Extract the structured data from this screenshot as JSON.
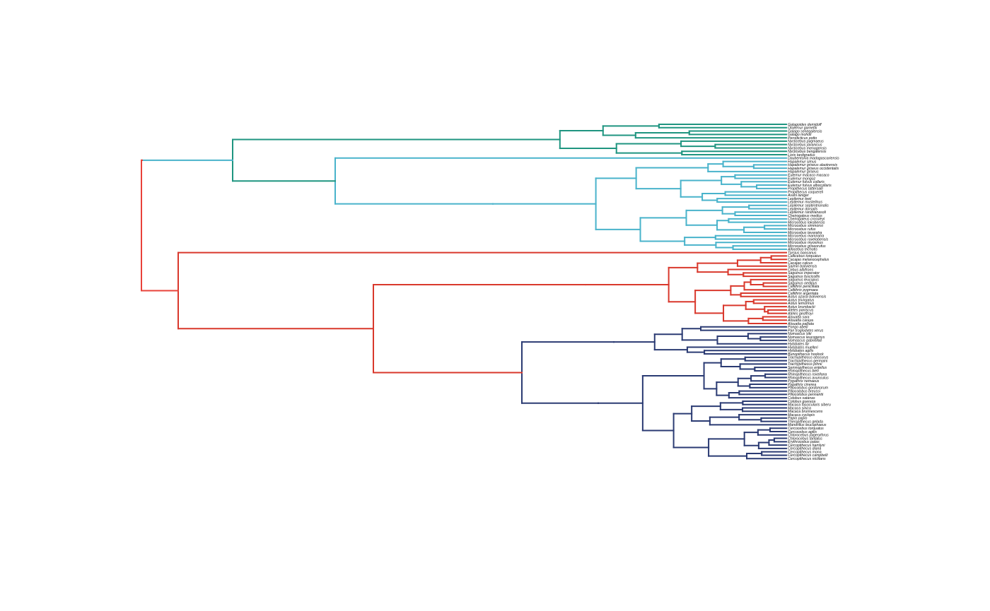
{
  "colors": {
    "root": "#e8423a",
    "strepsirrhini": "#49b3cb",
    "galagoidea": "#1f9580",
    "platyrrhini_tarsiers": "#d9382c",
    "catarrhini": "#2b3b73"
  },
  "clades": [
    {
      "color": "#1f9580",
      "taxa": [
        "Galagoides demidoff",
        "Otolemur garnettii",
        "Galago senegalensis",
        "Galago moholi",
        "Perodicticus potto",
        "Nycticebus pygmaeus",
        "Nycticebus javanicus",
        "Nycticebus menagensis",
        "Nycticebus bengalensis",
        "Loris tardigradus"
      ]
    },
    {
      "color": "#49b3cb",
      "taxa": [
        "Daubentonia madagascariensis",
        "Hapalemur simus",
        "Hapalemur griseus alaotrensis",
        "Hapalemur griseus occidentalis",
        "Hapalemur griseus",
        "Eulemur macaco macaco",
        "Eulemur mongoz",
        "Eulemur fulvus collaris",
        "Eulemur fulvus albocollaris",
        "Propithecus tattersalli",
        "Propithecus coquereli",
        "Avahi laniger",
        "Lepilemur leeii",
        "Lepilemur mustelinus",
        "Lepilemur septentrionalis",
        "Lepilemur dorsalis",
        "Lepilemur randrianasoli",
        "Cheirogaleus medius",
        "Cheirogaleus crossleyi",
        "Microcebus lokobensis",
        "Microcebus simmonsi",
        "Microcebus rufus",
        "Microcebus tavaratra",
        "Microcebus mamiratra",
        "Microcebus ravelobensis",
        "Microcebus myoxinus",
        "Microcebus griseorufus",
        "Allocebus trichotis"
      ]
    },
    {
      "color": "#d9382c",
      "taxa": [
        "Tarsius bancanus",
        "Callicebus torquatus",
        "Cacajao melanocephalus",
        "Cacajao calvus",
        "Saimiri boliviensis",
        "Cebus albifrons",
        "Saguinus imperator",
        "Saguinus fuscicollis",
        "Saguinus leucopus",
        "Saguinus oedipus",
        "Callithrix penicillata",
        "Callithrix pygmaea",
        "Callithrix argentata",
        "Aotus azarai boliviensis",
        "Aotus trivirgatus",
        "Aotus lemurinus",
        "Aotus brumbacki",
        "Ateles paniscus",
        "Ateles geoffroyi",
        "Alouatta sara",
        "Alouatta caraya",
        "Alouatta palliata"
      ]
    },
    {
      "color": "#2b3b73",
      "taxa": [
        "Pongo abelii",
        "Pan troglodytes verus",
        "Nomascus siki",
        "Nomascus leucogenys",
        "Nomascus gabriellae",
        "Hylobates lar",
        "Hylobates muelleri",
        "Hylobates agilis",
        "Bunopithecus hoolock",
        "Trachypithecus obscurus",
        "Trachypithecus germaini",
        "Trachypithecus johnii",
        "Semnopithecus entellus",
        "Rhinopithecus bieti",
        "Rhinopithecus roxellana",
        "Rhinopithecus avunculus",
        "Pygathrix nemaeus",
        "Pygathrix cinerea",
        "Piliocolobus gordonorum",
        "Piliocolobus breussi",
        "Piliocolobus pennantii",
        "Colobus satanas",
        "Colobus guereza",
        "Macaca fascicularis siberu",
        "Macaca sinica",
        "Macaca brunnescens",
        "Macaca cyclopis",
        "Papio papio",
        "Theropithecus gelada",
        "Mandrillus leucophaeus",
        "Cercocebus torquatus",
        "Cercocebus agilis",
        "Chlorocebus pygerythrus",
        "Chlorocebus tantalus",
        "Erythrocebus patas",
        "Cercopithecus hamlyni",
        "Cercopithecus diana",
        "Cercopithecus mona",
        "Cercopithecus campbelli",
        "Cercopithecus nictitans"
      ]
    }
  ]
}
